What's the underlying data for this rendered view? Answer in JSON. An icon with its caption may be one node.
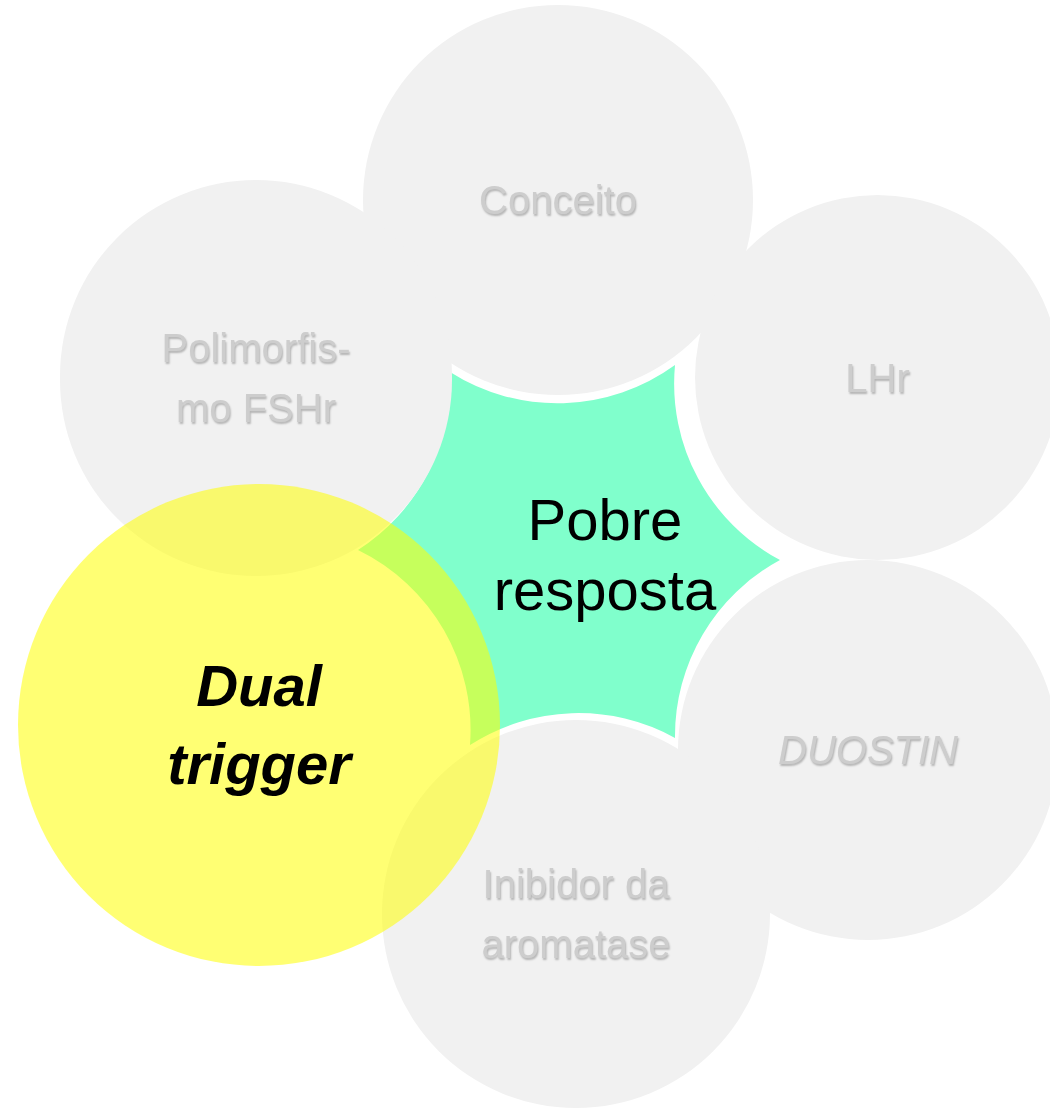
{
  "diagram": {
    "nodes": [
      {
        "text": [
          "Pobre resposta"
        ]
      },
      {
        "text": [
          "Conceito"
        ]
      },
      {
        "text": [
          "LHr"
        ]
      },
      {
        "text": [
          "DUOSTIN"
        ]
      },
      {
        "text": [
          "Inibidor da aromatase"
        ]
      },
      {
        "text": [
          "Dual trigger"
        ]
      },
      {
        "text": [
          "Polimorfis- mo FSHr"
        ]
      }
    ]
  }
}
